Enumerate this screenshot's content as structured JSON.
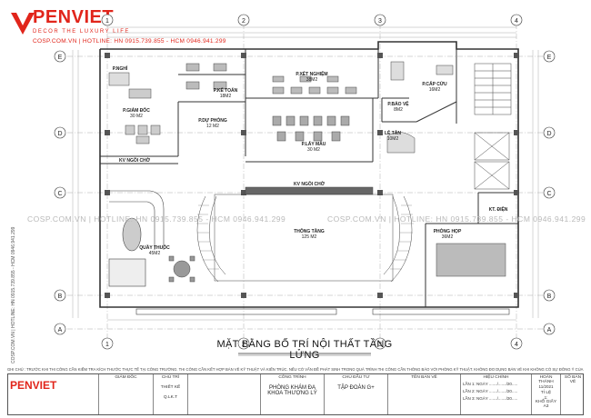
{
  "brand": {
    "name": "PENVIET",
    "tagline": "DECOR THE LUXURY LIFE",
    "hotline": "COSP.COM.VN | HOTLINE: HN 0915.739.855 - HCM 0946.941.299"
  },
  "axes": {
    "columns": [
      "1",
      "2",
      "3",
      "4"
    ],
    "rows": [
      "E",
      "D",
      "C",
      "B",
      "A"
    ]
  },
  "rooms": {
    "nghi": "P.NGHỈ",
    "ke_toan": "P.KẾ TOÁN",
    "ke_toan_area": "18M2",
    "giam_doc": "P.GIÁM ĐỐC",
    "giam_doc_area": "30 M2",
    "du_phong": "P.DỰ PHÒNG",
    "du_phong_area": "12 M2",
    "xet_nghiem": "P.XÉT NGHIỆM",
    "xet_nghiem_area": "38M2",
    "lay_mau": "P.LẤY MẪU",
    "lay_mau_area": "30 M2",
    "bao_ve": "P.BẢO VỆ",
    "bao_ve_area": "8M2",
    "cap_cuu": "P.CẤP CỨU",
    "cap_cuu_area": "16M2",
    "le_tan": "LỄ TÂN",
    "le_tan_area": "10M2",
    "kv_ngoi_cho_left": "KV NGỒI CHỜ",
    "kv_ngoi_cho_center": "KV NGỒI CHỜ",
    "quay_thuoc": "QUẦY THUỐC",
    "quay_thuoc_area": "45M2",
    "thong_tang": "THÔNG TẦNG",
    "thong_tang_area": "125 M2",
    "phong_hop": "PHÒNG HỌP",
    "phong_hop_area": "36M2",
    "kt_dien": "KT. ĐIỆN"
  },
  "drawing_title": "MẶT BẰNG BỐ TRÍ NỘI THẤT TẦNG LỬNG",
  "watermark": "COSP.COM.VN | HOTLINE: HN 0915.739.855 - HCM 0946.941.299",
  "notes": "GHI CHÚ : TRƯỚC KHI THI CÔNG CẦN KIỂM TRA KÍCH THƯỚC THỰC TẾ TẠI CÔNG TRƯỜNG. THI CÔNG CẦN KẾT HỢP BẢN VẼ KỸ THUẬT VÀ KIẾN TRÚC. NẾU CÓ VẤN ĐỀ PHÁT SINH TRONG QUÁ TRÌNH THI CÔNG CẦN THÔNG BÁO VỚI PHÒNG KỸ THUẬT. KHÔNG ĐO DỤNG BẢN VẼ KHI KHÔNG CÓ SỰ ĐỒNG Ý CỦA ĐƠN VỊ TƯ VẤN",
  "title_block": {
    "company": "PENVIET",
    "giam_doc": "GIÁM ĐỐC",
    "chu_tri": "CHỦ TRÌ",
    "thiet_ke": "THIẾT KẾ",
    "qlkt": "Q.LK.T",
    "cong_trinh": "CÔNG TRÌNH",
    "project": "PHÒNG KHÁM ĐA KHOA THƯỢNG LÝ",
    "chu_dau_tu": "CHỦ ĐẦU TƯ",
    "owner": "TẬP ĐOÀN G+",
    "ten_ban_ve": "TÊN BẢN VẼ",
    "hieu_chinh": "HIỆU CHỈNH",
    "revisions": [
      "LẦN 1: NGÀY ......./......./20.....",
      "LẦN 2: NGÀY ......./......./20.....",
      "LẦN 3: NGÀY ......./......./20....."
    ],
    "hoan_thanh": "HOÀN THÀNH",
    "date": "11/2021",
    "ty_le": "TỈ LỆ",
    "scale": "1:",
    "kho_giay": "KHỔ GIẤY A3",
    "so_ban_ve": "SỐ BẢN VẼ"
  }
}
